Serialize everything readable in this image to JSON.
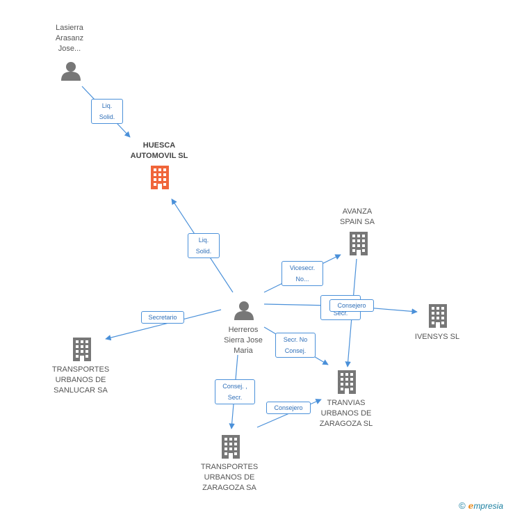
{
  "nodes": {
    "lasierra": "Lasierra\nArasanz\nJose...",
    "huesca": "HUESCA\nAUTOMOVIL SL",
    "avanza": "AVANZA\nSPAIN SA",
    "ivensys": "IVENSYS SL",
    "herreros": "Herreros\nSierra Jose\nMaria",
    "sanlucar": "TRANSPORTES\nURBANOS DE\nSANLUCAR SA",
    "tranvias": "TRANVIAS\nURBANOS DE\nZARAGOZA SL",
    "zaragoza": "TRANSPORTES\nURBANOS DE\nZARAGOZA SA"
  },
  "edges": {
    "lasierra_huesca": "Liq.\nSolid.",
    "herreros_huesca": "Liq.\nSolid.",
    "herreros_avanza": "Vicesecr.\nNo...",
    "herreros_ivensys": "C...\nSecr.",
    "avanza_ivensys": "Consejero",
    "herreros_sanlucar": "Secretario",
    "herreros_tranvias": "Secr.  No\nConsej.",
    "herreros_zaragoza": "Consej. ,\nSecr.",
    "zaragoza_tranvias": "Consejero"
  },
  "footer": {
    "copyright": "©",
    "brand_e": "e",
    "brand_rest": "mpresia"
  },
  "colors": {
    "person": "#777777",
    "company": "#777777",
    "main_company": "#f0653a",
    "edge": "#4a90d9"
  },
  "icons": {
    "person": "person-icon",
    "company": "building-icon"
  }
}
